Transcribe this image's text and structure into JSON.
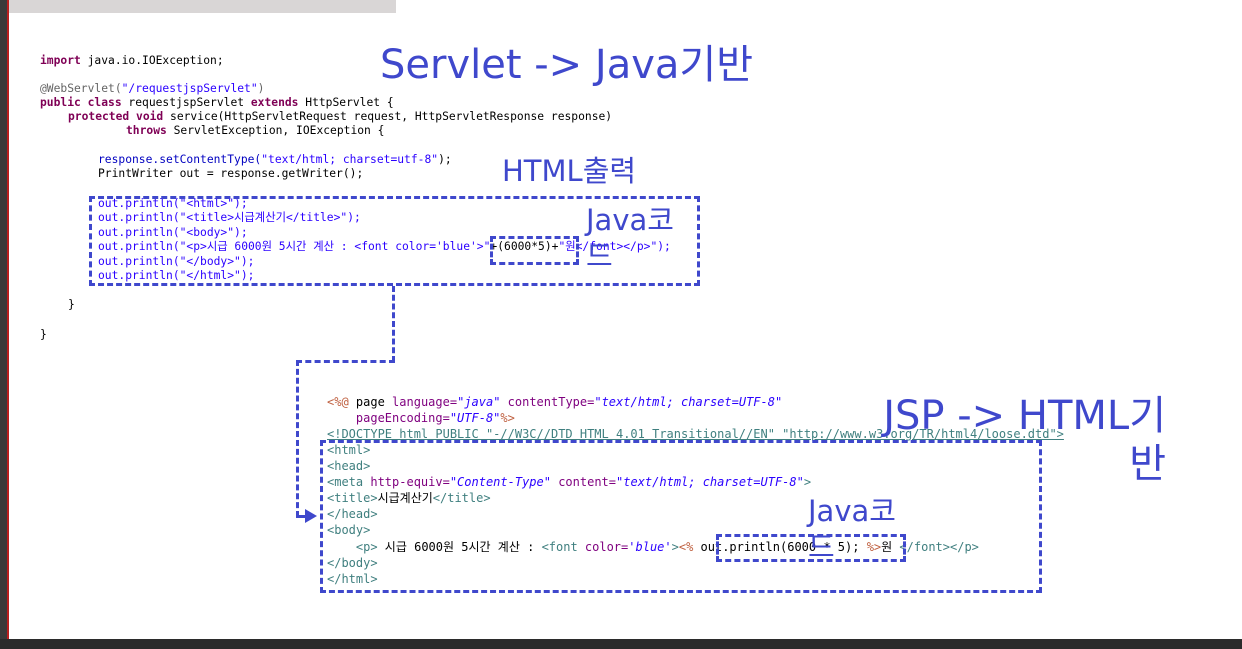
{
  "servlet_code": {
    "import_kw": "import",
    "import_rest": " java.io.IOException;",
    "annotation": "@WebServlet(",
    "annotation_value": "\"/requestjspServlet\"",
    "annotation_close": ")",
    "class_kw": "public class",
    "class_name": " requestjspServlet ",
    "extends_kw": "extends",
    "extends_rest": " HttpServlet {",
    "method_kw": "protected void",
    "method_rest": " service(HttpServletRequest request, HttpServletResponse response)",
    "throws_kw": "throws",
    "throws_rest": " ServletException, IOException {",
    "set_content": "response.setContentType(",
    "set_content_val": "\"text/html; charset=utf-8\"",
    "set_content_end": ");",
    "writer_line": "PrintWriter out = response.getWriter();",
    "p1": "out.println(\"<html>\");",
    "p2": "out.println(\"<title>시급계산기</title>\");",
    "p3": "out.println(\"<body>\");",
    "p4a": "out.println(\"<p>시급 6000원 5시간 계산 : <font color='blue'>\"",
    "p4b": "+(6000*5)+",
    "p4c": "\"원</font></p>\");",
    "p5": "out.println(\"</body>\");",
    "p6": "out.println(\"</html>\");",
    "close_inner": "}",
    "close_outer": "}"
  },
  "jsp_code": {
    "l1_dir_open": "<%@",
    "l1_page": " page ",
    "l1_lang_attr": "language=",
    "l1_lang_val": "\"java\"",
    "l1_ct_attr": " contentType=",
    "l1_ct_val": "\"text/html; charset=UTF-8\"",
    "l2_pe_attr": "    pageEncoding=",
    "l2_pe_val": "\"UTF-8\"",
    "l2_dir_close": "%>",
    "l3_doctype": "<!DOCTYPE html PUBLIC \"-//W3C//DTD HTML 4.01 Transitional//EN\" \"http://www.w3.org/TR/html4/loose.dtd\">",
    "l4": "<html>",
    "l5": "<head>",
    "l6_meta": "<meta",
    "l6_he_attr": " http-equiv=",
    "l6_he_val": "\"Content-Type\"",
    "l6_c_attr": " content=",
    "l6_c_val": "\"text/html; charset=UTF-8\"",
    "l6_close": ">",
    "l7_open": "<title>",
    "l7_text": "시급계산기",
    "l7_close": "</title>",
    "l8": "</head>",
    "l9": "<body>",
    "l10_p": "    <p>",
    "l10_text": " 시급 6000원 5시간 계산 : ",
    "l10_font": "<font",
    "l10_color_attr": " color=",
    "l10_color_val": "'blue'",
    "l10_gt": ">",
    "l10_scr_open": "<%",
    "l10_expr": " out.println(6000 * 5); ",
    "l10_scr_close": "%>",
    "l10_won": "원 ",
    "l10_end": "</font></p>",
    "l11": "</body>",
    "l12": "</html>"
  },
  "annotations": {
    "servlet_heading": "Servlet -> Java기반",
    "html_output": "HTML출력",
    "java_code_1": "Java코드",
    "jsp_heading": "JSP -> HTML기반",
    "java_code_2": "Java코드"
  },
  "colors": {
    "annotation": "#3f48cc"
  }
}
